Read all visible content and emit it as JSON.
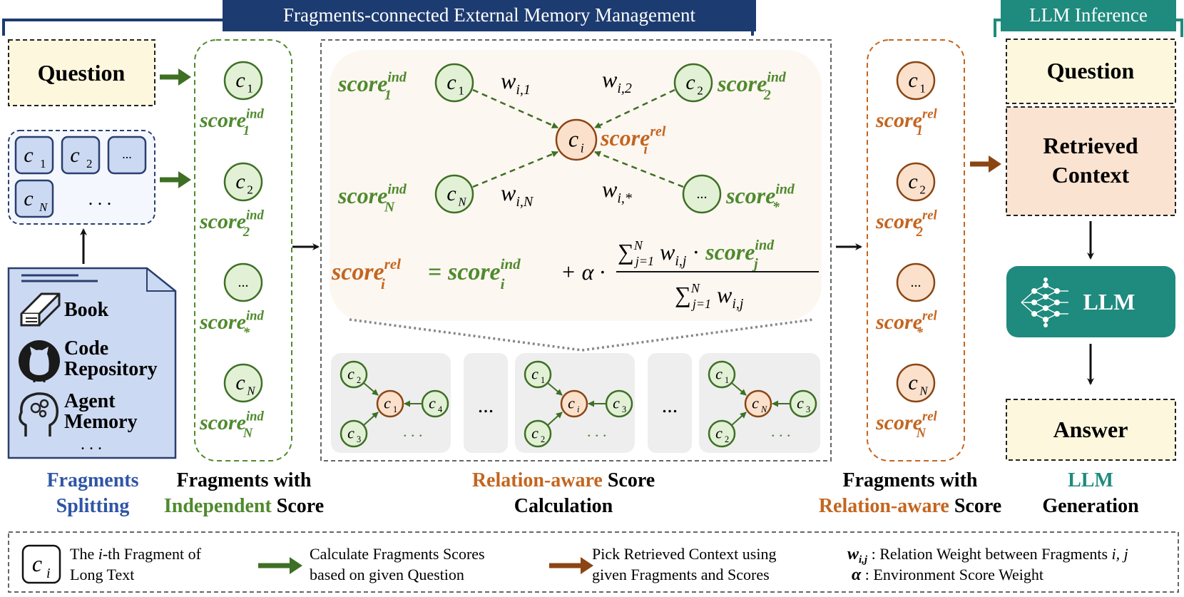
{
  "header": {
    "memory_title": "Fragments-connected External Memory Management",
    "inference_title": "LLM Inference"
  },
  "left": {
    "question": "Question",
    "fragments": [
      "c",
      "c",
      "...",
      "c",
      ". . ."
    ],
    "fragment_subs": [
      "1",
      "2",
      "",
      "N",
      ""
    ],
    "sources": [
      "Book",
      "Code",
      "Repository",
      "Agent",
      "Memory",
      ". . ."
    ],
    "caption": [
      "Fragments",
      "Splitting"
    ]
  },
  "independent": {
    "nodes": [
      "c",
      "c",
      "...",
      "c"
    ],
    "node_subs": [
      "1",
      "2",
      "",
      "N"
    ],
    "score_base": "score",
    "score_sup": "ind",
    "score_subs": [
      "1",
      "2",
      "*",
      "N"
    ],
    "caption_line1": "Fragments with",
    "caption_colored": "Independent",
    "caption_rest": " Score"
  },
  "relation": {
    "center_node": "c",
    "center_sub": "i",
    "center_score_sub": "i",
    "neighbors": [
      "c",
      "c",
      "c",
      "..."
    ],
    "neighbor_subs": [
      "1",
      "2",
      "N",
      ""
    ],
    "neighbor_score_subs": [
      "1",
      "2",
      "N",
      "*"
    ],
    "weights": [
      "w",
      "w",
      "w",
      "w"
    ],
    "weight_subs": [
      "i,1",
      "i,2",
      "i,N",
      "i,*"
    ],
    "formula": {
      "lhs": "score",
      "lhs_sup": "rel",
      "lhs_sub": "i",
      "eq": "=",
      "ind": "score",
      "ind_sup": "ind",
      "ind_sub": "i",
      "plus_alpha": "+ α ·",
      "num_sum": "∑",
      "sum_lims": "j=1",
      "sum_top": "N",
      "num_w": "w",
      "num_w_sub": "i,j",
      "dot": "·",
      "num_score": "score",
      "num_score_sup": "ind",
      "num_score_sub": "j",
      "den_w": "w",
      "den_w_sub": "i,j"
    },
    "mini_graphs": [
      {
        "center": "1",
        "top": "2",
        "bottom": "3",
        "right": "4"
      },
      {
        "center": "i",
        "top": "1",
        "bottom": "2",
        "right": "3"
      },
      {
        "center": "N",
        "top": "1",
        "bottom": "2",
        "right": "3"
      }
    ],
    "ellipsis": "...",
    "dots": ". . .",
    "caption_colored": "Relation-aware",
    "caption_rest": " Score",
    "caption_line2": "Calculation"
  },
  "relscore": {
    "nodes": [
      "c",
      "c",
      "...",
      "c"
    ],
    "node_subs": [
      "1",
      "2",
      "",
      "N"
    ],
    "score_base": "score",
    "score_sup": "rel",
    "score_subs": [
      "1",
      "2",
      "*",
      "N"
    ],
    "caption_line1": "Fragments with",
    "caption_colored": "Relation-aware",
    "caption_rest": " Score"
  },
  "inference": {
    "question": "Question",
    "context_line1": "Retrieved",
    "context_line2": "Context",
    "llm": "LLM",
    "answer": "Answer",
    "caption_colored": "LLM",
    "caption_line2": "Generation"
  },
  "legend": {
    "symbol": "c",
    "symbol_sub": "i",
    "fragment_desc_1_pre": "The ",
    "fragment_desc_1_var": "i",
    "fragment_desc_1_post": "-th Fragment of",
    "fragment_desc_2": "Long Text",
    "green_desc_1": "Calculate Fragments Scores",
    "green_desc_2": "based on given Question",
    "brown_desc_1": "Pick Retrieved Context using",
    "brown_desc_2": "given Fragments and Scores",
    "w_symbol": "w",
    "w_sub": "i,j",
    "w_desc": " : Relation Weight between Fragments ",
    "w_vars": "i, j",
    "alpha_symbol": "α",
    "alpha_desc": "  : Environment Score Weight"
  },
  "colors": {
    "navy": "#1c3b70",
    "teal": "#1f8a7e",
    "green": "#4e8a2d",
    "orange": "#c4651f",
    "blue_text": "#2f55a6",
    "node_green_fill": "#e2f1d6",
    "node_orange_fill": "#fbe1cc",
    "cream": "#fdf7dd",
    "peach": "#fbe3d1",
    "blue_box": "#ccd9f2"
  }
}
